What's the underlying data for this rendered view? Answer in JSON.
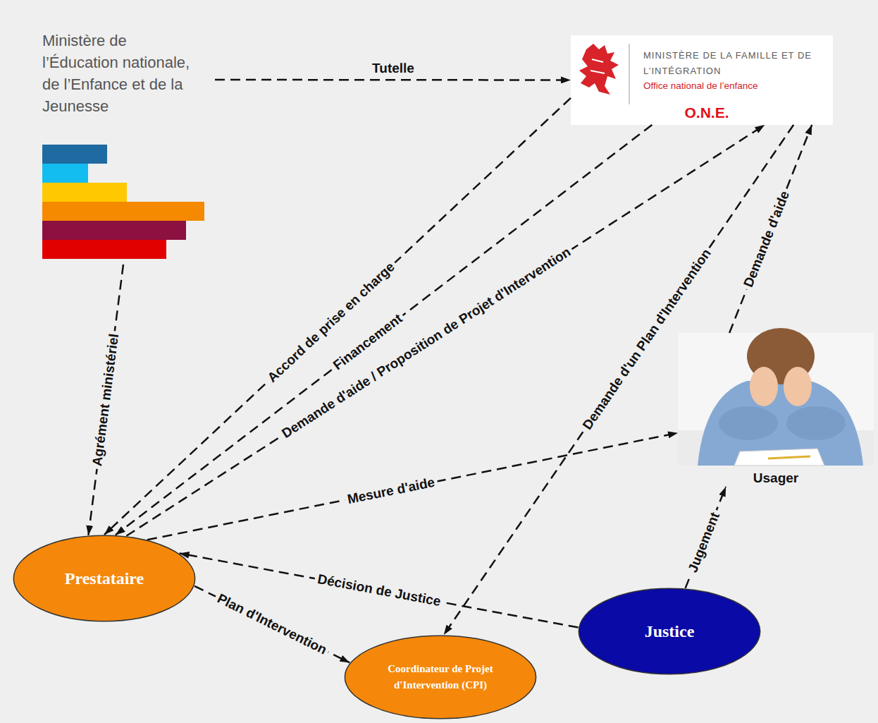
{
  "diagram": {
    "nodes": [
      {
        "text": [
          "Ministère de l’Éducation nationale, de l’Enfance et de la Jeunesse"
        ]
      },
      {
        "text": [
          "MINISTÈRE DE LA FAMILLE ET DE L’INTÉGRATION",
          "Office national de l’enfance",
          "O.N.E."
        ]
      },
      {
        "text": [
          "Usager"
        ]
      },
      {
        "text": [
          "Prestataire"
        ]
      },
      {
        "text": [
          "Coordinateur de Projet d'Intervention (CPI)"
        ]
      },
      {
        "text": [
          "Justice"
        ]
      }
    ],
    "edges": [
      {
        "from": 0,
        "to": 1,
        "label": "Tutelle",
        "arrow": "to"
      },
      {
        "from": 0,
        "to": 3,
        "label": "Agrément ministériel",
        "arrow": "to"
      },
      {
        "from": 1,
        "to": 3,
        "label": "Accord de prise en charge",
        "arrow": "to"
      },
      {
        "from": 1,
        "to": 3,
        "label": "Financement",
        "arrow": "to"
      },
      {
        "from": 3,
        "to": 1,
        "label": "Demande d'aide / Proposition de Projet d'Intervention",
        "arrow": "to"
      },
      {
        "from": 2,
        "to": 1,
        "label": "Demande d'aide",
        "arrow": "to"
      },
      {
        "from": 1,
        "to": 4,
        "label": "Demande d'un Plan d'Intervention",
        "arrow": "to"
      },
      {
        "from": 3,
        "to": 2,
        "label": "Mesure d'aide",
        "arrow": "to"
      },
      {
        "from": 5,
        "to": 3,
        "label": "Décision de Justice",
        "arrow": "to"
      },
      {
        "from": 5,
        "to": 2,
        "label": "Jugement",
        "arrow": "to"
      },
      {
        "from": 3,
        "to": 4,
        "label": "Plan d'Intervention",
        "arrow": "to"
      }
    ]
  }
}
